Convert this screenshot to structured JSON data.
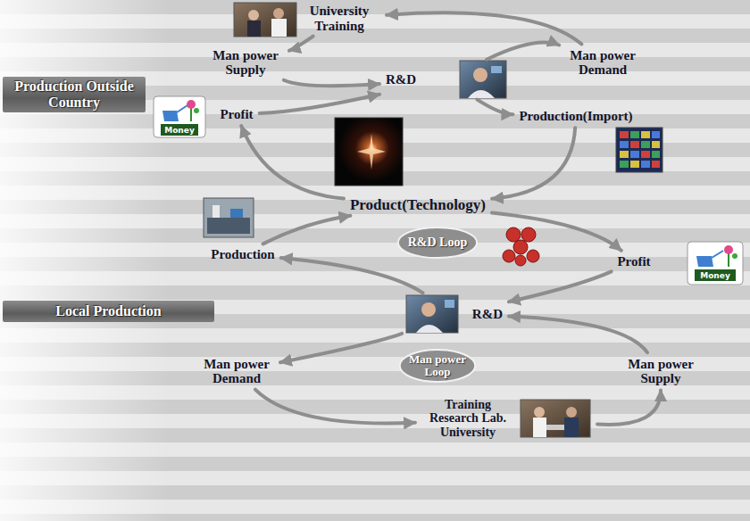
{
  "diagram": {
    "nodes": [
      {
        "text": [
          "Production Outside Country"
        ]
      },
      {
        "text": [
          "University Training"
        ]
      },
      {
        "text": [
          "Man power Supply"
        ]
      },
      {
        "text": [
          "Man power Demand"
        ]
      },
      {
        "text": [
          "R&D"
        ]
      },
      {
        "text": [
          "Profit"
        ]
      },
      {
        "text": [
          "Production(Import)"
        ]
      },
      {
        "text": [
          "Product(Technology)"
        ]
      },
      {
        "text": [
          "R&D Loop"
        ]
      },
      {
        "text": [
          "Production"
        ]
      },
      {
        "text": [
          "Profit"
        ]
      },
      {
        "text": [
          "Local Production"
        ]
      },
      {
        "text": [
          "R&D"
        ]
      },
      {
        "text": [
          "Man power Demand"
        ]
      },
      {
        "text": [
          "Man power Loop"
        ]
      },
      {
        "text": [
          "Man power Supply"
        ]
      },
      {
        "text": [
          "Training Research Lab. University"
        ]
      }
    ],
    "edges": [
      {
        "from": 1,
        "to": 2,
        "arrow": "to"
      },
      {
        "from": 2,
        "to": 4,
        "arrow": "to"
      },
      {
        "from": 4,
        "to": 3,
        "arrow": "to"
      },
      {
        "from": 3,
        "to": 1,
        "arrow": "to"
      },
      {
        "from": 4,
        "to": 6,
        "arrow": "to"
      },
      {
        "from": 6,
        "to": 7,
        "arrow": "to"
      },
      {
        "from": 7,
        "to": 5,
        "arrow": "to"
      },
      {
        "from": 5,
        "to": 4,
        "arrow": "to"
      },
      {
        "from": 7,
        "to": 10,
        "arrow": "to"
      },
      {
        "from": 10,
        "to": 12,
        "arrow": "to"
      },
      {
        "from": 12,
        "to": 9,
        "arrow": "to"
      },
      {
        "from": 9,
        "to": 7,
        "arrow": "to"
      },
      {
        "from": 12,
        "to": 13,
        "arrow": "to"
      },
      {
        "from": 13,
        "to": 16,
        "arrow": "to"
      },
      {
        "from": 16,
        "to": 15,
        "arrow": "to"
      },
      {
        "from": 15,
        "to": 12,
        "arrow": "to"
      }
    ],
    "labels": [
      "Money",
      "Money"
    ]
  }
}
